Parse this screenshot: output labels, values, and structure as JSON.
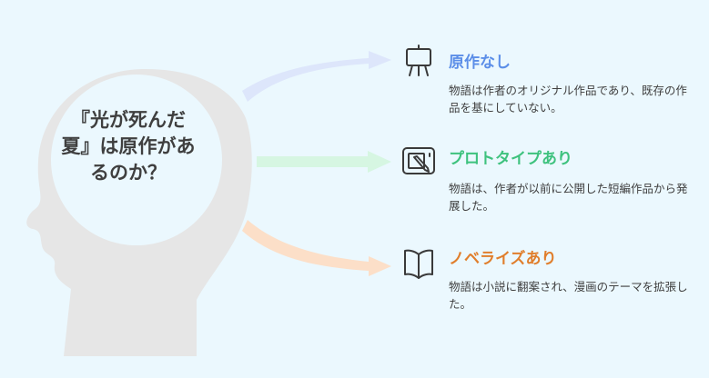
{
  "center": {
    "question": "『光が死んだ夏』は原作があるのか？"
  },
  "options": [
    {
      "title": "原作なし",
      "description": "物語は作者のオリジナル作品であり、既存の作品を基にしていない。",
      "color": "#5b8ee8",
      "arrow_color": "#dde6fb",
      "icon": "easel-icon"
    },
    {
      "title": "プロトタイプあり",
      "description": "物語は、作者が以前に公開した短編作品から発展した。",
      "color": "#3ec27e",
      "arrow_color": "#d6f6e2",
      "icon": "drawing-tablet-icon"
    },
    {
      "title": "ノベライズあり",
      "description": "物語は小説に翻案され、漫画のテーマを拡張した。",
      "color": "#e07e2c",
      "arrow_color": "#fcdfc8",
      "icon": "open-book-icon"
    }
  ]
}
